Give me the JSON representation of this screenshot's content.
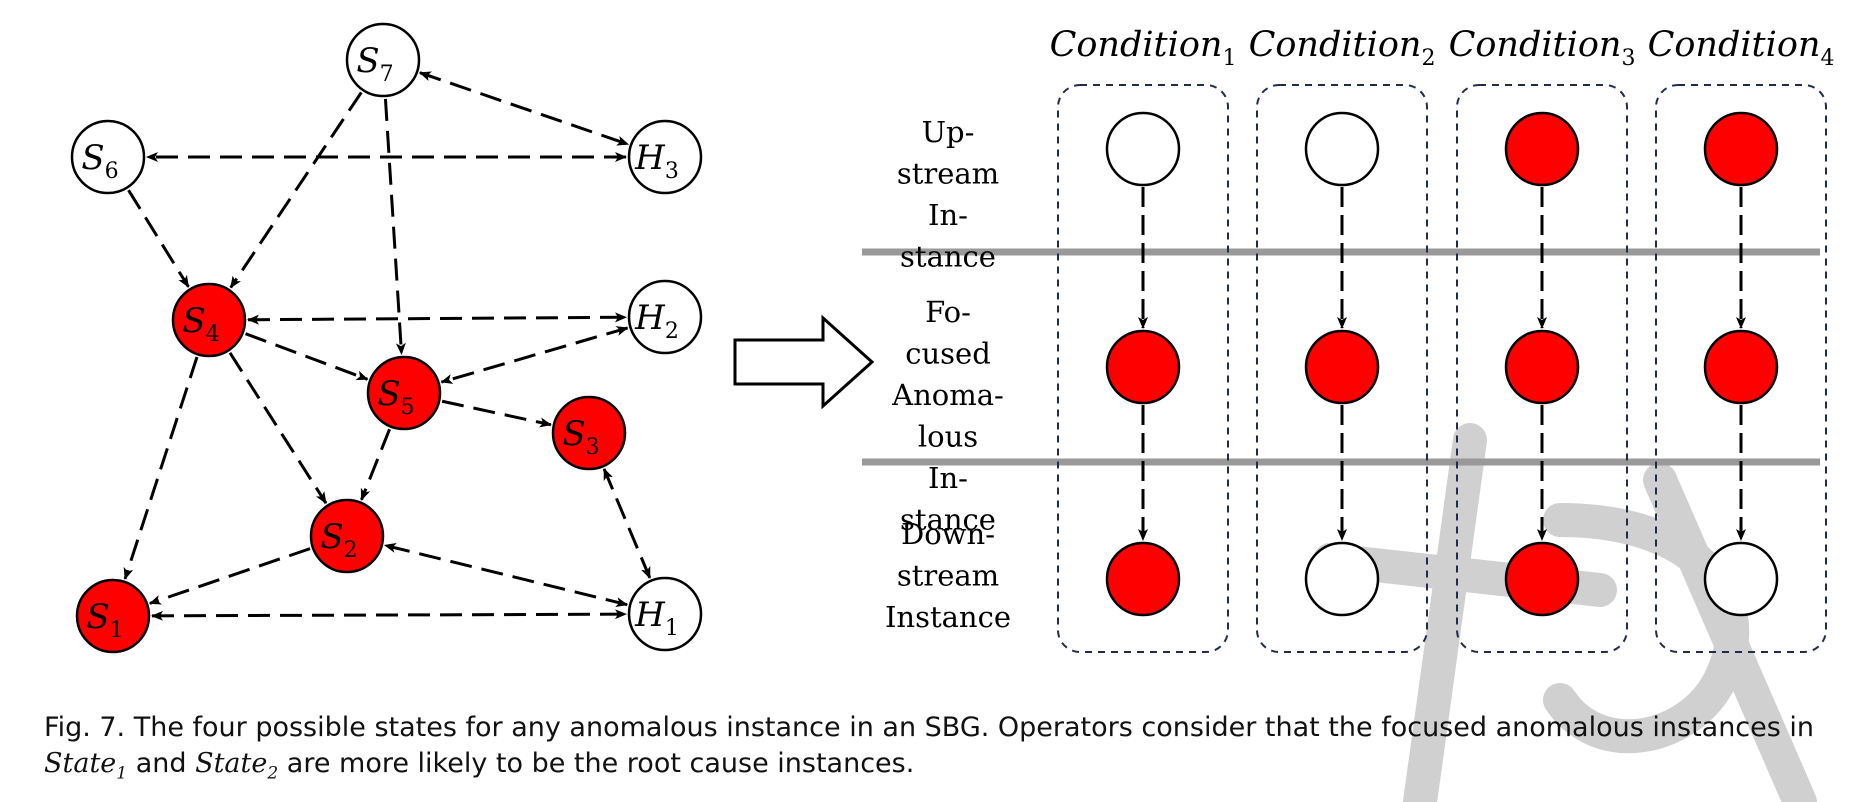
{
  "colors": {
    "anomalous_fill": "#ff0000",
    "normal_fill": "#ffffff",
    "stroke": "#000000",
    "divider": "#999999",
    "box_dash": "#1f2d4d",
    "watermark": "#d0d0d0"
  },
  "graph": {
    "nodes": [
      {
        "id": "S7",
        "base": "S",
        "sub": "7",
        "anomalous": false
      },
      {
        "id": "S6",
        "base": "S",
        "sub": "6",
        "anomalous": false
      },
      {
        "id": "H3",
        "base": "H",
        "sub": "3",
        "anomalous": false
      },
      {
        "id": "S4",
        "base": "S",
        "sub": "4",
        "anomalous": true
      },
      {
        "id": "H2",
        "base": "H",
        "sub": "2",
        "anomalous": false
      },
      {
        "id": "S5",
        "base": "S",
        "sub": "5",
        "anomalous": true
      },
      {
        "id": "S3",
        "base": "S",
        "sub": "3",
        "anomalous": true
      },
      {
        "id": "S2",
        "base": "S",
        "sub": "2",
        "anomalous": true
      },
      {
        "id": "S1",
        "base": "S",
        "sub": "1",
        "anomalous": true
      },
      {
        "id": "H1",
        "base": "H",
        "sub": "1",
        "anomalous": false
      }
    ],
    "edges": [
      {
        "from": "S7",
        "to": "H3",
        "bidirectional": true
      },
      {
        "from": "H3",
        "to": "S6",
        "bidirectional": true
      },
      {
        "from": "S7",
        "to": "S4",
        "bidirectional": false
      },
      {
        "from": "S7",
        "to": "S5",
        "bidirectional": false
      },
      {
        "from": "S6",
        "to": "S4",
        "bidirectional": false
      },
      {
        "from": "S4",
        "to": "H2",
        "bidirectional": true
      },
      {
        "from": "H2",
        "to": "S5",
        "bidirectional": true
      },
      {
        "from": "S4",
        "to": "S5",
        "bidirectional": false
      },
      {
        "from": "S4",
        "to": "S2",
        "bidirectional": false
      },
      {
        "from": "S4",
        "to": "S1",
        "bidirectional": false
      },
      {
        "from": "S5",
        "to": "S3",
        "bidirectional": false
      },
      {
        "from": "S5",
        "to": "S2",
        "bidirectional": false
      },
      {
        "from": "S3",
        "to": "H1",
        "bidirectional": true
      },
      {
        "from": "H1",
        "to": "S2",
        "bidirectional": true
      },
      {
        "from": "S2",
        "to": "S1",
        "bidirectional": false
      },
      {
        "from": "S1",
        "to": "H1",
        "bidirectional": true
      }
    ]
  },
  "conditions": [
    {
      "base": "Condition",
      "sub": "1",
      "upstream": false,
      "focused": true,
      "downstream": true
    },
    {
      "base": "Condition",
      "sub": "2",
      "upstream": false,
      "focused": true,
      "downstream": false
    },
    {
      "base": "Condition",
      "sub": "3",
      "upstream": true,
      "focused": true,
      "downstream": true
    },
    {
      "base": "Condition",
      "sub": "4",
      "upstream": true,
      "focused": true,
      "downstream": false
    }
  ],
  "row_labels": [
    {
      "lines": [
        "Up-",
        "stream",
        "In-",
        "stance"
      ]
    },
    {
      "lines": [
        "Fo-",
        "cused",
        "Anoma-",
        "lous",
        "In-",
        "stance"
      ]
    },
    {
      "lines": [
        "Down-",
        "stream",
        "Instance"
      ]
    }
  ],
  "caption": {
    "lead": "Fig. 7.  The four possible states for any anomalous instance in an SBG. Operators consider that the focused anomalous instances in ",
    "state1_base": "State",
    "state1_sub": "1",
    "mid": " and ",
    "state2_base": "State",
    "state2_sub": "2",
    "tail": " are more likely to be the root cause instances."
  }
}
